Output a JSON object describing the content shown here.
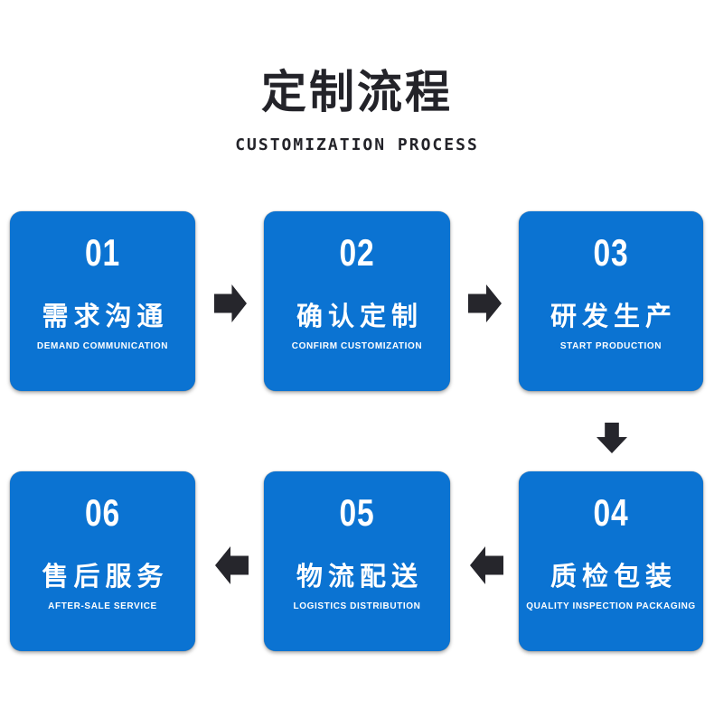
{
  "header": {
    "title": "定制流程",
    "subtitle": "CUSTOMIZATION PROCESS"
  },
  "steps": [
    {
      "number": "01",
      "title_zh": "需求沟通",
      "title_en": "DEMAND COMMUNICATION"
    },
    {
      "number": "02",
      "title_zh": "确认定制",
      "title_en": "CONFIRM CUSTOMIZATION"
    },
    {
      "number": "03",
      "title_zh": "研发生产",
      "title_en": "START PRODUCTION"
    },
    {
      "number": "04",
      "title_zh": "质检包装",
      "title_en": "QUALITY INSPECTION PACKAGING"
    },
    {
      "number": "05",
      "title_zh": "物流配送",
      "title_en": "LOGISTICS DISTRIBUTION"
    },
    {
      "number": "06",
      "title_zh": "售后服务",
      "title_en": "AFTER-SALE SERVICE"
    }
  ],
  "flow": {
    "arrows": [
      {
        "icon": "arrow-right-icon",
        "from": "01",
        "to": "02"
      },
      {
        "icon": "arrow-right-icon",
        "from": "02",
        "to": "03"
      },
      {
        "icon": "arrow-down-icon",
        "from": "03",
        "to": "04"
      },
      {
        "icon": "arrow-left-icon",
        "from": "04",
        "to": "05"
      },
      {
        "icon": "arrow-left-icon",
        "from": "05",
        "to": "06"
      }
    ]
  },
  "colors": {
    "background": "#ffffff",
    "card_blue": "#0b73d2",
    "arrow_dark": "#26262c",
    "title_dark": "#232329",
    "card_text": "#ffffff"
  }
}
